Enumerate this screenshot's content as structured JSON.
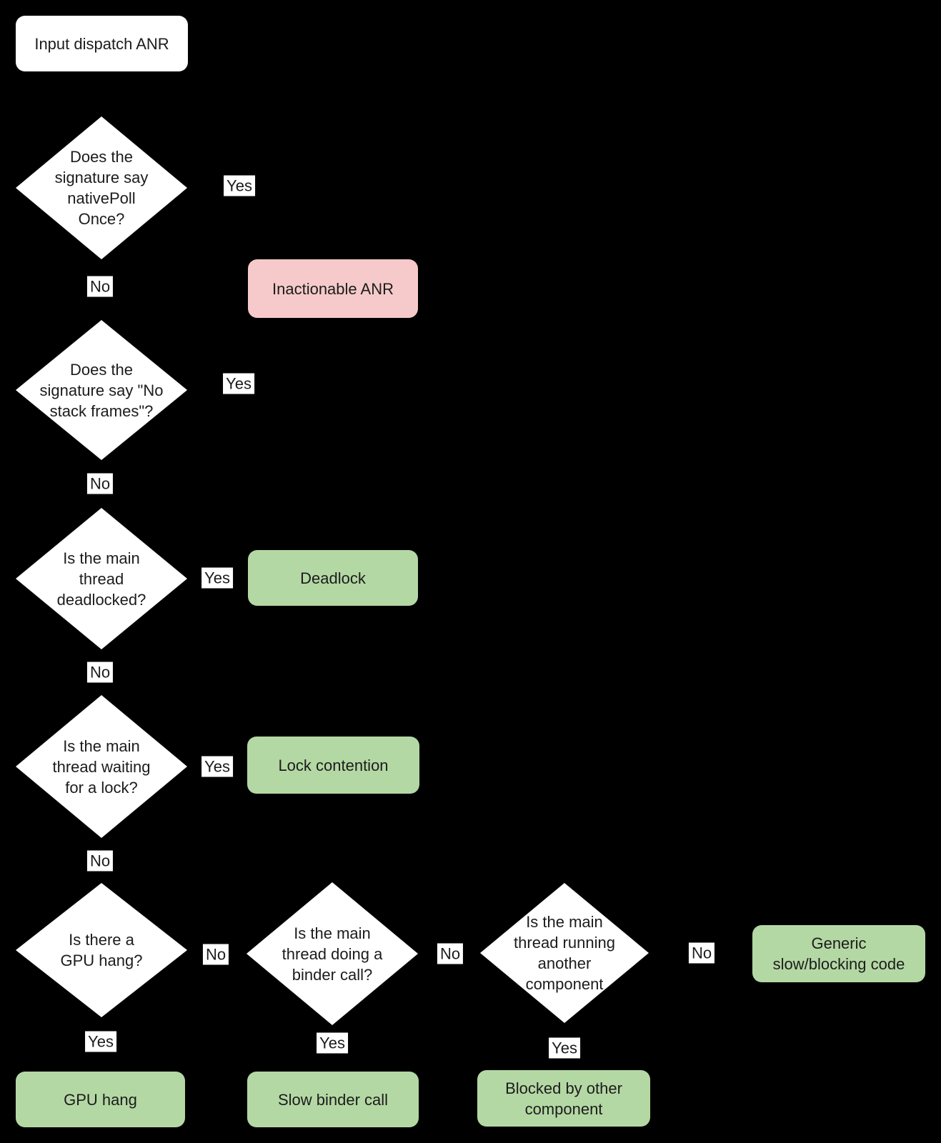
{
  "title": "Input dispatch ANR triage flowchart",
  "colors": {
    "background": "#000000",
    "decision_fill": "#ffffff",
    "outcome_bad_fill": "#f6caca",
    "outcome_good_fill": "#b4d8a4",
    "text": "#1c1c1c",
    "label_background": "#ffffff"
  },
  "nodes": {
    "start": {
      "label": "Input dispatch ANR"
    },
    "d1": {
      "label": "Does the\nsignature say\nnativePoll\nOnce?"
    },
    "d2": {
      "label": "Does the\nsignature say \"No\nstack frames\"?"
    },
    "d3": {
      "label": "Is the main\nthread\ndeadlocked?"
    },
    "d4": {
      "label": "Is the main\nthread waiting\nfor a lock?"
    },
    "d5": {
      "label": "Is there a\nGPU hang?"
    },
    "d6": {
      "label": "Is the main\nthread doing a\nbinder call?"
    },
    "d7": {
      "label": "Is the main\nthread running\nanother\ncomponent"
    },
    "inactionable": {
      "label": "Inactionable ANR"
    },
    "deadlock": {
      "label": "Deadlock"
    },
    "lock_contention": {
      "label": "Lock contention"
    },
    "generic": {
      "label": "Generic\nslow/blocking code"
    },
    "gpu_hang": {
      "label": "GPU hang"
    },
    "slow_binder": {
      "label": "Slow binder call"
    },
    "blocked": {
      "label": "Blocked by other\ncomponent"
    }
  },
  "branches": {
    "d1_yes": "Yes",
    "d1_no": "No",
    "d2_yes": "Yes",
    "d2_no": "No",
    "d3_yes": "Yes",
    "d3_no": "No",
    "d4_yes": "Yes",
    "d4_no": "No",
    "d5_yes": "Yes",
    "d5_no": "No",
    "d6_yes": "Yes",
    "d6_no": "No",
    "d7_yes": "Yes",
    "d7_no": "No"
  }
}
